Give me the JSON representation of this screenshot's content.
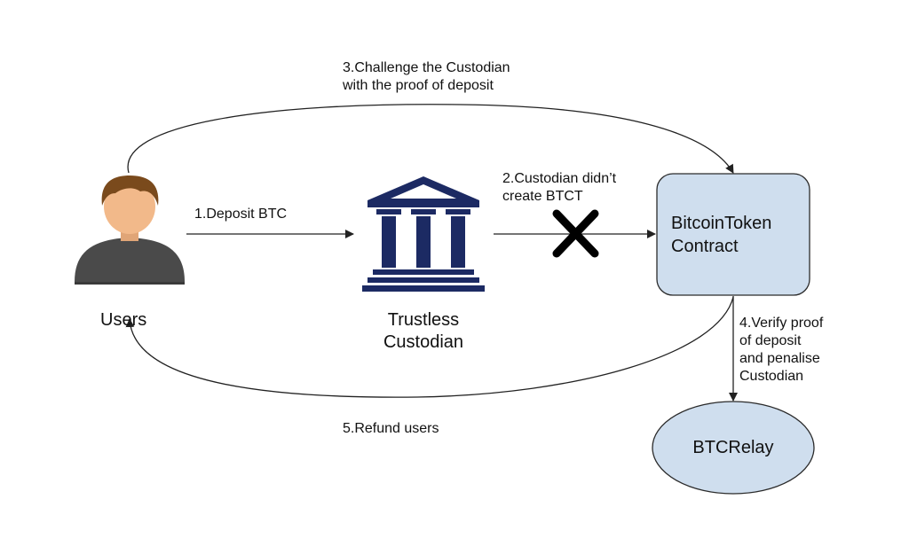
{
  "nodes": {
    "users": {
      "label": "Users",
      "icon": "user-icon"
    },
    "custodian": {
      "label_line1": "Trustless",
      "label_line2": "Custodian",
      "icon": "bank-building-icon"
    },
    "contract": {
      "label_line1": "BitcoinToken",
      "label_line2": "Contract"
    },
    "relay": {
      "label": "BTCRelay"
    }
  },
  "steps": {
    "step1": {
      "text": "1.Deposit BTC"
    },
    "step2": {
      "line1": "2.Custodian didn’t",
      "line2": "create BTCT",
      "blocked_icon": "x-mark-icon"
    },
    "step3": {
      "line1": "3.Challenge the Custodian",
      "line2": "with the proof of deposit"
    },
    "step4": {
      "line1": "4.Verify proof",
      "line2": "of deposit",
      "line3": "and penalise",
      "line4": "Custodian"
    },
    "step5": {
      "text": "5.Refund users"
    }
  },
  "colors": {
    "node_fill": "#cfdeee",
    "node_stroke": "#2b2b2b",
    "custodian_navy": "#1c2a63",
    "user_shirt": "#4a4a4a",
    "user_skin": "#f2b98a",
    "user_hair": "#7a4a1c",
    "line": "#222222"
  }
}
